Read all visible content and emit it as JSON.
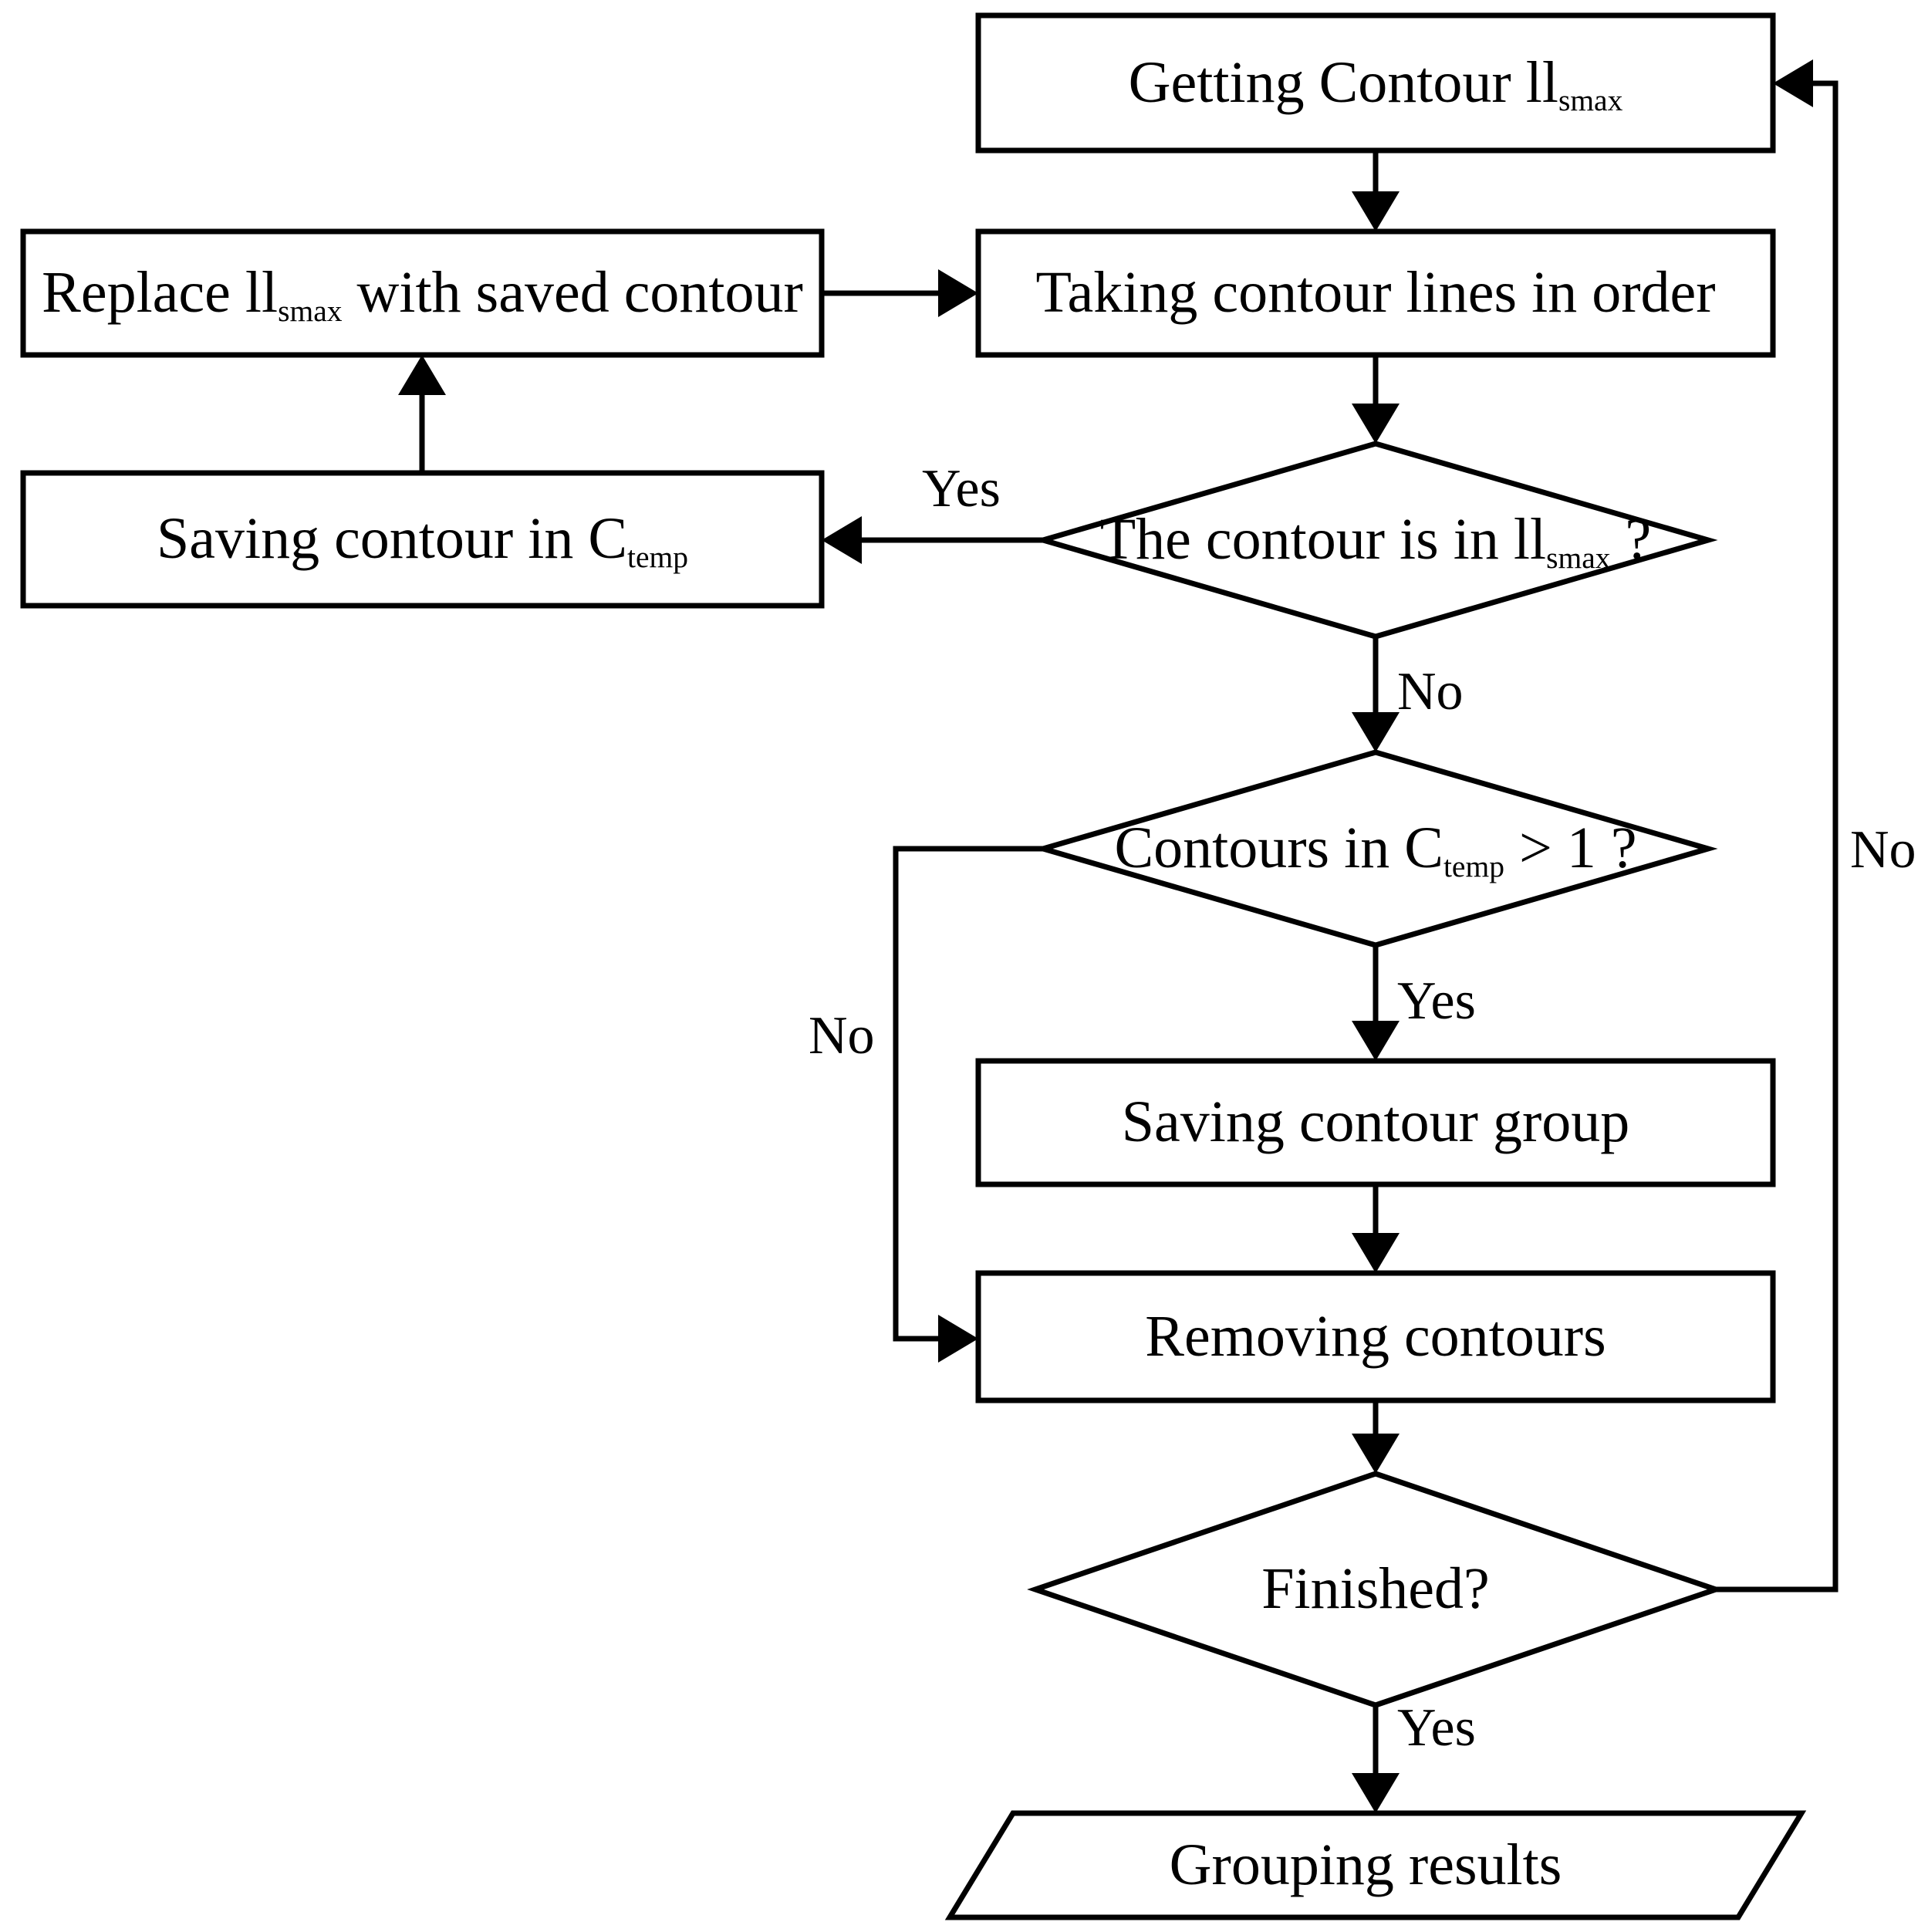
{
  "diagram": {
    "title": "Contour grouping algorithm flowchart",
    "background_color": "#ffffff",
    "line_color": "#000000",
    "shape_fill": "#ffffff",
    "nodes": [
      {
        "id": "getting-contour",
        "shape": "process",
        "text_prefix": "Getting Contour ll",
        "subscript": "smax",
        "text_suffix": "",
        "full_text": "Getting Contour ll_smax"
      },
      {
        "id": "replace-llsmax",
        "shape": "process",
        "text_prefix": "Replace ll",
        "subscript": "smax",
        "text_suffix": " with saved contour",
        "full_text": "Replace ll_smax with saved contour"
      },
      {
        "id": "taking-contour-lines",
        "shape": "process",
        "text_prefix": "Taking contour lines in order",
        "subscript": "",
        "text_suffix": "",
        "full_text": "Taking contour lines in order"
      },
      {
        "id": "saving-contour-ctemp",
        "shape": "process",
        "text_prefix": "Saving contour in C",
        "subscript": "temp",
        "text_suffix": "",
        "full_text": "Saving contour in C_temp"
      },
      {
        "id": "contour-in-llsmax",
        "shape": "decision",
        "text_prefix": "The contour is in ll",
        "subscript": "smax",
        "text_suffix": " ?",
        "full_text": "The contour is in ll_smax ?"
      },
      {
        "id": "contours-gt-1",
        "shape": "decision",
        "text_prefix": "Contours in C",
        "subscript": "temp",
        "text_suffix": "  > 1 ?",
        "full_text": "Contours in C_temp > 1 ?"
      },
      {
        "id": "saving-contour-group",
        "shape": "process",
        "text_prefix": "Saving contour group",
        "subscript": "",
        "text_suffix": "",
        "full_text": "Saving contour group"
      },
      {
        "id": "removing-contours",
        "shape": "process",
        "text_prefix": "Removing contours",
        "subscript": "",
        "text_suffix": "",
        "full_text": "Removing contours"
      },
      {
        "id": "finished",
        "shape": "decision",
        "text_prefix": "Finished?",
        "subscript": "",
        "text_suffix": "",
        "full_text": "Finished?"
      },
      {
        "id": "grouping-results",
        "shape": "parallelogram",
        "text_prefix": "Grouping results",
        "subscript": "",
        "text_suffix": "",
        "full_text": "Grouping results"
      }
    ],
    "edge_labels": [
      {
        "id": "yes-contour-in-llsmax",
        "text": "Yes"
      },
      {
        "id": "no-contour-in-llsmax",
        "text": "No"
      },
      {
        "id": "no-contours-gt-1",
        "text": "No"
      },
      {
        "id": "yes-contours-gt-1",
        "text": "Yes"
      },
      {
        "id": "no-finished",
        "text": "No"
      },
      {
        "id": "yes-finished",
        "text": "Yes"
      }
    ]
  }
}
